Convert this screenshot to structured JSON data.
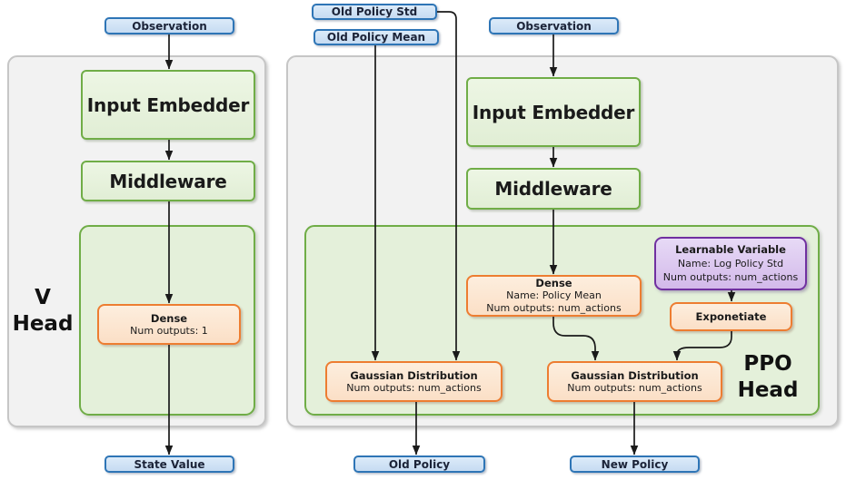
{
  "colors": {
    "blue_border": "#2E75B6",
    "blue_fill": "#D6E6F6",
    "green_border": "#70AD47",
    "green_fill": "#E2EFDA",
    "orange_border": "#ED7D31",
    "orange_fill": "#FCE4D6",
    "purple_border": "#7030A0",
    "purple_fill": "#DCC6EE",
    "panel_fill": "#F2F2F2",
    "wire_color": "#1A1A1A"
  },
  "v_head": {
    "label_line1": "V",
    "label_line2": "Head",
    "observation_label": "Observation",
    "input_embedder_label": "Input Embedder",
    "middleware_label": "Middleware",
    "dense_title": "Dense",
    "dense_outputs": "Num outputs: 1",
    "output_label": "State Value"
  },
  "ppo_head": {
    "label_line1": "PPO",
    "label_line2": "Head",
    "old_policy_std_label": "Old Policy Std",
    "old_policy_mean_label": "Old Policy Mean",
    "observation_label": "Observation",
    "input_embedder_label": "Input Embedder",
    "middleware_label": "Middleware",
    "dense_title": "Dense",
    "dense_name": "Name: Policy Mean",
    "dense_outputs": "Num outputs: num_actions",
    "learnable_title": "Learnable Variable",
    "learnable_name": "Name: Log Policy Std",
    "learnable_outputs": "Num outputs: num_actions",
    "exponetiate_label": "Exponetiate",
    "gaussian_old_title": "Gaussian Distribution",
    "gaussian_old_outputs": "Num outputs: num_actions",
    "gaussian_new_title": "Gaussian Distribution",
    "gaussian_new_outputs": "Num outputs: num_actions",
    "old_policy_label": "Old Policy",
    "new_policy_label": "New Policy"
  }
}
